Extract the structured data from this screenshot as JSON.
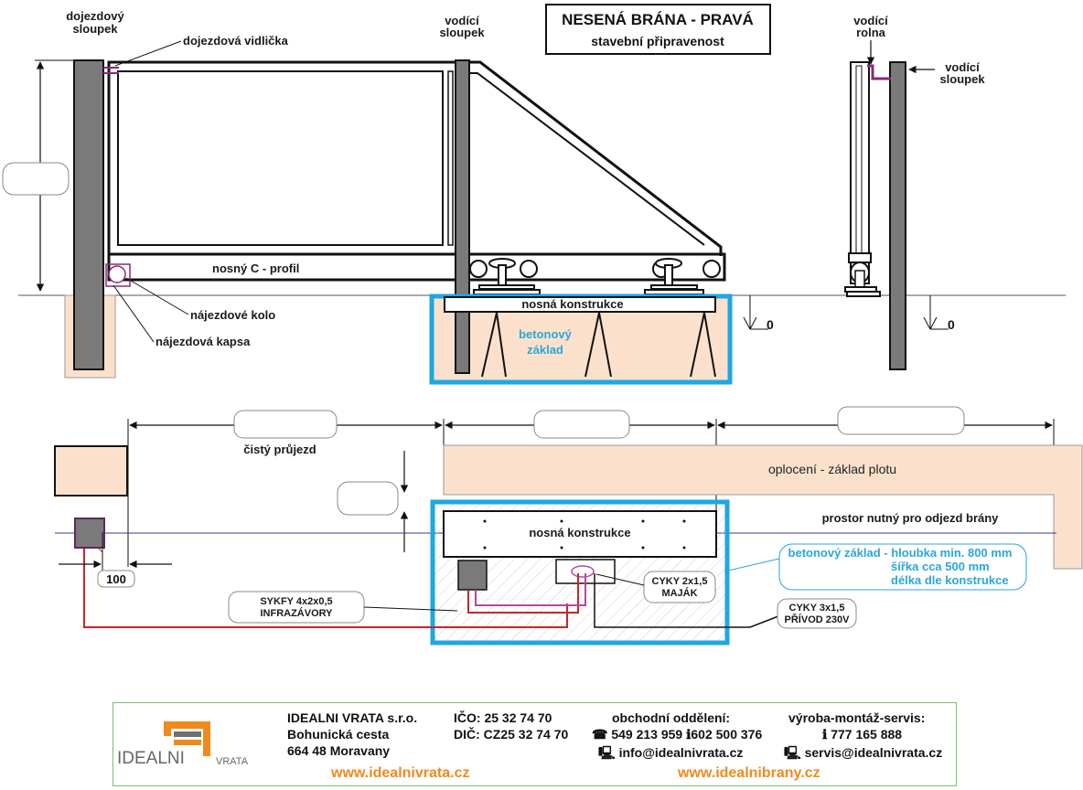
{
  "title": {
    "main": "NESENÁ BRÁNA - PRAVÁ",
    "sub": "stavební připravenost"
  },
  "elevation": {
    "labels": {
      "dojezdovy_sloupek": [
        "dojezdový",
        "sloupek"
      ],
      "dojezdova_vidlicka": "dojezdová vidlička",
      "vodici_sloupek": [
        "vodící",
        "sloupek"
      ],
      "nosny_c_profil": "nosný C - profil",
      "najezdove_kolo": "nájezdové kolo",
      "najezdova_kapsa": "nájezdová kapsa",
      "nosna_konstrukce": "nosná konstrukce",
      "betonovy_zaklad": [
        "betonový",
        "základ"
      ],
      "level_zero": "0"
    }
  },
  "side_view": {
    "labels": {
      "vodici_rolna": [
        "vodící",
        "rolna"
      ],
      "vodici_sloupek": [
        "vodící",
        "sloupek"
      ],
      "level_zero": "0"
    }
  },
  "plan": {
    "labels": {
      "cisty_prujezd": "čistý průjezd",
      "oploceni": "oplocení - základ plotu",
      "prostor": "prostor nutný pro odjezd brány",
      "nosna_konstrukce": "nosná konstrukce",
      "offset_100": "100",
      "betonovy_zaklad_lines": [
        "betonový základ - hloubka min. 800 mm",
        "šířka cca 500 mm",
        "délka dle konstrukce"
      ],
      "cyky_majak": [
        "CYKY 2x1,5",
        "MAJÁK"
      ],
      "sykfy": [
        "SYKFY 4x2x0,5",
        "INFRAZÁVORY"
      ],
      "cyky_privod": [
        "CYKY 3x1,5",
        "PŘÍVOD 230V"
      ]
    }
  },
  "footer": {
    "logo_text_main": "IDEALNI",
    "logo_text_sub": "VRATA",
    "company": "IDEALNI VRATA s.r.o.",
    "street": "Bohunická cesta",
    "city": "664 48 Moravany",
    "ico": "IČO: 25 32 74 70",
    "dic": "DIČ: CZ25 32 74 70",
    "sales_title": "obchodní oddělení:",
    "sales_phones": "☎ 549 213 959  ℹ602 500 376",
    "sales_email": "🖳 info@idealnivrata.cz",
    "service_title": "výroba-montáž-servis:",
    "service_phone": "ℹ 777 165 888",
    "service_email": "🖳 servis@idealnivrata.cz",
    "url_left": "www.idealnivrata.cz",
    "url_right": "www.idealnibrany.cz",
    "colors": {
      "accent_orange": "#f08a1c",
      "logo_gray": "#707070",
      "border_green": "#7bbf6a"
    }
  },
  "colors": {
    "concrete_blue": "#1ea7e1",
    "foundation_fill": "#fbe1cc",
    "post_gray": "#7a7a7a",
    "cable_red": "#c0282a",
    "cable_purple": "#b04aa0"
  }
}
